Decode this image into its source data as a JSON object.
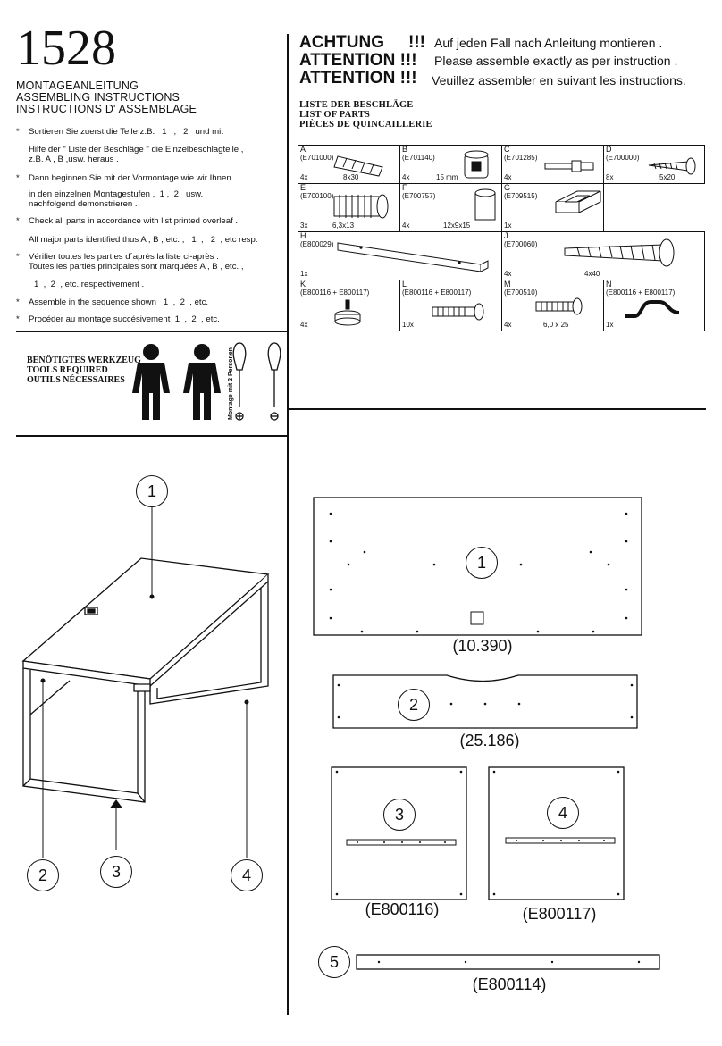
{
  "header": {
    "model_number": "1528",
    "title_de": "MONTAGEANLEITUNG",
    "title_en": "ASSEMBLING INSTRUCTIONS",
    "title_fr": "INSTRUCTIONS D' ASSEMBLAGE"
  },
  "warnings": [
    {
      "word": "ACHTUNG",
      "marks": "!!!",
      "text": "Auf jeden Fall nach Anleitung montieren ."
    },
    {
      "word": "ATTENTION !!!",
      "marks": "",
      "text": "Please assemble exactly as per instruction ."
    },
    {
      "word": "ATTENTION !!!",
      "marks": "",
      "text": "Veuillez assembler en suivant les instructions."
    }
  ],
  "instructions": {
    "i1": "Sortieren Sie zuerst die Teile z.B.   1   ,   2   und mit",
    "i1b": "Hilfe der \" Liste der Beschläge \" die Einzelbeschlagteile ,",
    "i1c": "z.B. A , B ,usw. heraus .",
    "i2": "Dann beginnen Sie mit der Vormontage wie wir Ihnen",
    "i2b": "in den einzelnen Montagestufen ,  1 ,  2   usw.",
    "i2c": "nachfolgend demonstrieren .",
    "i3": "Check all parts in accordance with list printed overleaf .",
    "i3b": "All major parts identified thus A , B , etc. ,   1  ,   2  , etc resp.",
    "i4": "Vérifier toutes les parties d´après la liste ci-après .",
    "i4b": "Toutes les parties principales sont marquées A , B , etc. ,",
    "i4c": "1  ,  2  , etc. respectivement .",
    "i5": "Assemble in the sequence shown   1  ,  2  , etc.",
    "i6": "Procéder au montage succésivement  1  ,  2  , etc.",
    "star": "*"
  },
  "parts_list": {
    "heading_de": "LISTE DER BESCHLÄGE",
    "heading_en": "LIST OF PARTS",
    "heading_fr": "PIÈCES DE QUINCAILLERIE",
    "parts": [
      {
        "letter": "A",
        "code": "(E701000)",
        "qty": "4x",
        "size": "8x30"
      },
      {
        "letter": "B",
        "code": "(E701140)",
        "qty": "4x",
        "size": "15 mm"
      },
      {
        "letter": "C",
        "code": "(E701285)",
        "qty": "4x",
        "size": ""
      },
      {
        "letter": "D",
        "code": "(E700000)",
        "qty": "8x",
        "size": "5x20"
      },
      {
        "letter": "E",
        "code": "(E700100)",
        "qty": "3x",
        "size": "6,3x13"
      },
      {
        "letter": "F",
        "code": "(E700757)",
        "qty": "4x",
        "size": "12x9x15"
      },
      {
        "letter": "G",
        "code": "(E709515)",
        "qty": "1x",
        "size": ""
      },
      {
        "letter": "H",
        "code": "(E800029)",
        "qty": "1x",
        "size": ""
      },
      {
        "letter": "J",
        "code": "(E700060)",
        "qty": "4x",
        "size": "4x40"
      },
      {
        "letter": "K",
        "code": "(E800116 + E800117)",
        "qty": "4x",
        "size": ""
      },
      {
        "letter": "L",
        "code": "(E800116 + E800117)",
        "qty": "10x",
        "size": ""
      },
      {
        "letter": "M",
        "code": "(E700510)",
        "qty": "4x",
        "size": "6,0 x 25"
      },
      {
        "letter": "N",
        "code": "(E800116 + E800117)",
        "qty": "1x",
        "size": ""
      }
    ]
  },
  "tools": {
    "label_de": "BENÖTIGTES WERKZEUG",
    "label_en": "TOOLS REQUIRED",
    "label_fr": "OUTILS NÉCESSAIRES",
    "two_person_note": "Montage mit 2 Personen"
  },
  "assembly": {
    "callouts": [
      "1",
      "2",
      "3",
      "4"
    ]
  },
  "panels": [
    {
      "num": "1",
      "code": "(10.390)"
    },
    {
      "num": "2",
      "code": "(25.186)"
    },
    {
      "num": "3",
      "code": "(E800116)"
    },
    {
      "num": "4",
      "code": "(E800117)"
    },
    {
      "num": "5",
      "code": "(E800114)"
    }
  ]
}
